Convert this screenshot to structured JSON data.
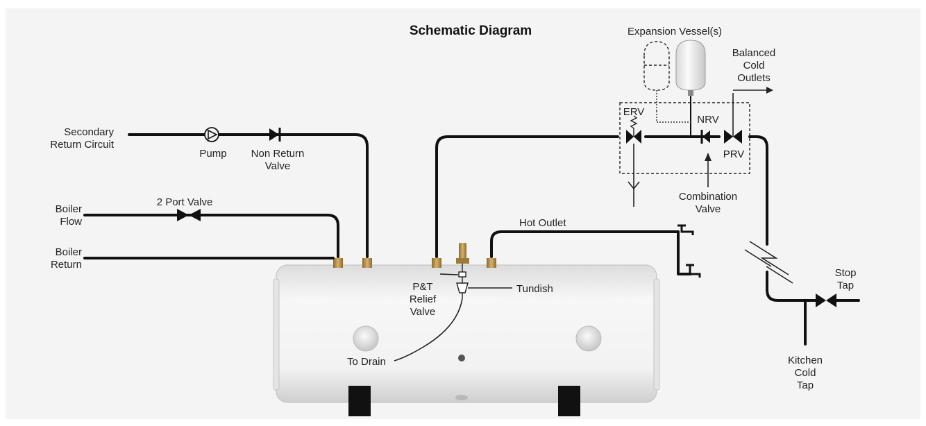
{
  "title": "Schematic Diagram",
  "labels": {
    "secondary_return_1": "Secondary",
    "secondary_return_2": "Return Circuit",
    "pump": "Pump",
    "non_return_1": "Non Return",
    "non_return_2": "Valve",
    "two_port_valve": "2 Port Valve",
    "boiler_flow_1": "Boiler",
    "boiler_flow_2": "Flow",
    "boiler_return_1": "Boiler",
    "boiler_return_2": "Return",
    "hot_outlet": "Hot Outlet",
    "pt_relief_1": "P&T",
    "pt_relief_2": "Relief",
    "pt_relief_3": "Valve",
    "tundish": "Tundish",
    "to_drain": "To Drain",
    "expansion_vessel": "Expansion Vessel(s)",
    "balanced_1": "Balanced",
    "balanced_2": "Cold",
    "balanced_3": "Outlets",
    "erv": "ERV",
    "nrv": "NRV",
    "prv": "PRV",
    "combination_1": "Combination",
    "combination_2": "Valve",
    "stop_tap_1": "Stop",
    "stop_tap_2": "Tap",
    "kitchen_1": "Kitchen",
    "kitchen_2": "Cold",
    "kitchen_3": "Tap"
  },
  "colors": {
    "background": "#f4f4f4",
    "pipe": "#111111",
    "cylinder": "#f0f0f0",
    "brass": "#b8924a"
  }
}
